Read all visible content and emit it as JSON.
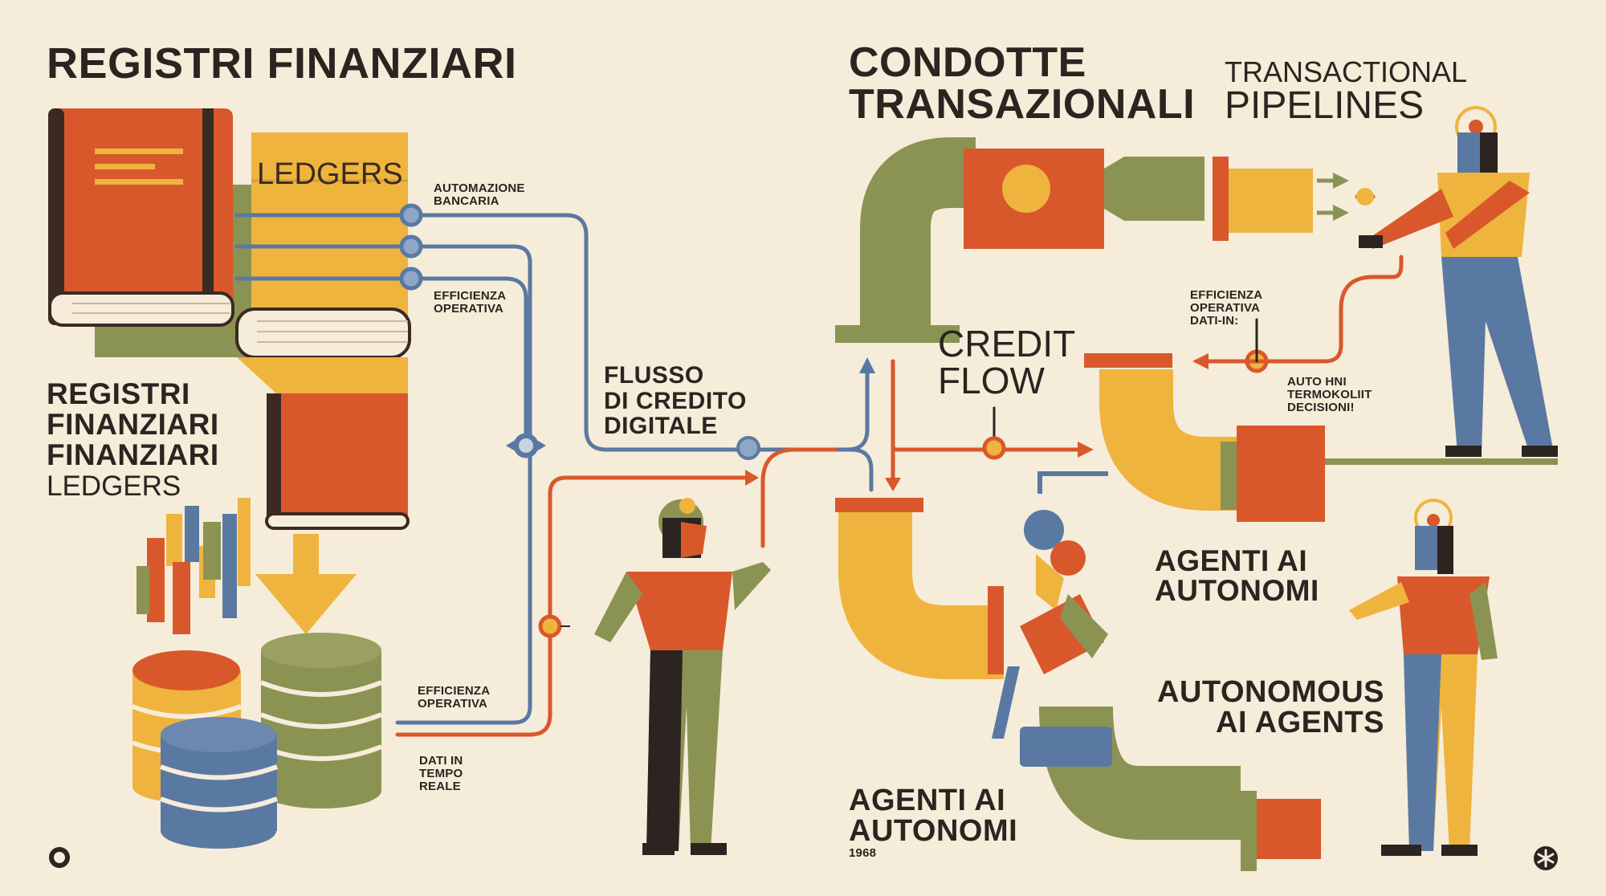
{
  "colors": {
    "background": "#f6ecda",
    "orange": "#d9582b",
    "mustard": "#eeb43e",
    "olive": "#8b9353",
    "slate": "#5a79a2",
    "dark": "#2b2420",
    "cream": "#f6ecda"
  },
  "left": {
    "title": "REGISTRI FINANZIARI",
    "book_label": "LEDGERS",
    "side_title_1": "REGISTRI",
    "side_title_2": "FINANZIARI",
    "side_title_3": "FINANZIARI",
    "side_title_4": "LEDGERS",
    "label_automazione": "AUTOMAZIONE\nBANCARIA",
    "label_efficienza_top": "EFFICIENZA\nOPERATIVA",
    "label_efficienza_bottom": "EFFICIENZA\nOPERATIVA",
    "label_dati": "DATI IN\nTEMPO\nREALE",
    "flusso": "FLUSSO\nDI CREDITO\nDIGITALE",
    "corner_icon": "circle-icon"
  },
  "right": {
    "title_it": "CONDOTTE\nTRANSAZIONALI",
    "title_en_1": "TRANSACTIONAL",
    "title_en_2": "PIPELINES",
    "credit_flow": "CREDIT\nFLOW",
    "label_efficienza_datain": "EFFICIENZA\nOPERATIVA\nDATI-IN:",
    "label_auto": "AUTO HNI\nTERMOKOLIIT\nDECISIONI!",
    "agenti_right": "AGENTI AI\nAUTONOMI",
    "autonomous": "AUTONOMOUS\nAI AGENTS",
    "agenti_bottom": "AGENTI AI\nAUTONOMI",
    "year": "1968",
    "corner_icon": "asterisk-icon"
  }
}
